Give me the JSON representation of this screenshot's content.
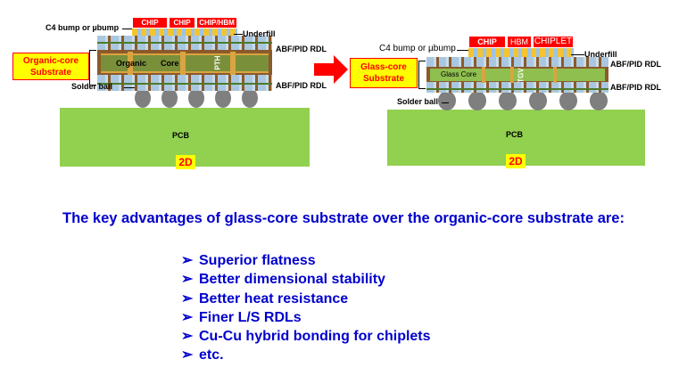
{
  "left": {
    "callout": "Organic-core\nSubstrate",
    "chips": [
      "CHIP",
      "CHIP",
      "CHIP/HBM"
    ],
    "bump_label": "C4 bump or µbump",
    "underfill_label": "Underfill",
    "rdl_top_label": "ABF/PID RDL",
    "rdl_bottom_label": "ABF/PID RDL",
    "core_word1": "Organic",
    "core_word2": "Core",
    "via_label": "PTH",
    "solder_label": "Solder ball",
    "pcb_label": "PCB",
    "tag": "2D"
  },
  "right": {
    "callout": "Glass-core\nSubstrate",
    "chips": [
      "CHIP",
      "HBM",
      "CHIPLET"
    ],
    "bump_label": "C4 bump or µbump",
    "underfill_label": "Underfill",
    "rdl_top_label": "ABF/PID RDL",
    "rdl_bottom_label": "ABF/PID RDL",
    "core_label": "Glass Core",
    "via_label": "TGV",
    "solder_label": "Solder ball",
    "pcb_label": "PCB",
    "tag": "2D"
  },
  "headline": "The key advantages of glass-core substrate over the organic-core substrate are:",
  "bullet_marker": "➢",
  "bullets": [
    "Superior flatness",
    "Better dimensional stability",
    "Better heat resistance",
    "Finer L/S RDLs",
    "Cu-Cu hybrid bonding for chiplets",
    "etc."
  ],
  "colors": {
    "pcb": "#92d050",
    "chip": "#ff0000",
    "callout_fill": "#ffff00",
    "arrow": "#ff0000",
    "text_blue": "#0000cc",
    "substrate": "#8b5a2b",
    "organic_core": "#7a8f3a",
    "glass_core": "#8fbf4f",
    "rdl": "#a9c7e0",
    "solder": "#7f7f7f"
  }
}
